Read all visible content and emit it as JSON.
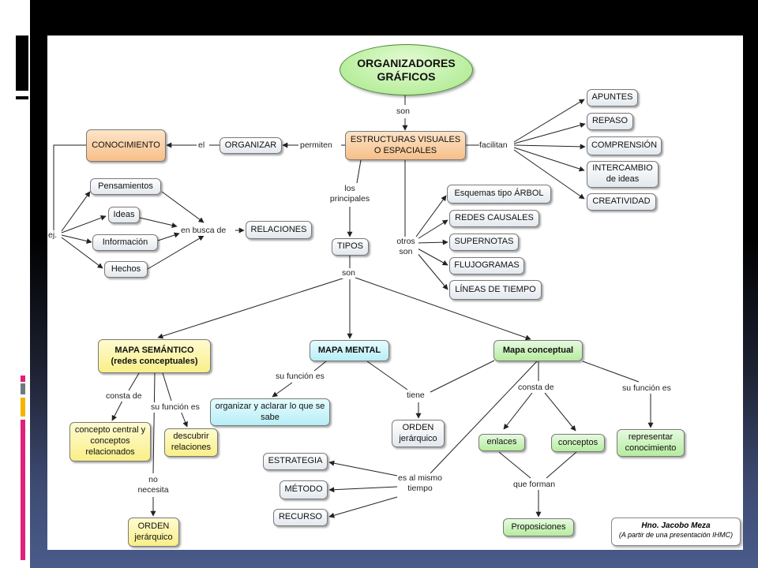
{
  "root": "ORGANIZADORES GRÁFICOS",
  "nodes": {
    "estructuras": "ESTRUCTURAS VISUALES O ESPACIALES",
    "organizar": "ORGANIZAR",
    "conocimiento": "CONOCIMIENTO",
    "pensamientos": "Pensamientos",
    "ideas": "Ideas",
    "informacion": "Información",
    "hechos": "Hechos",
    "relaciones": "RELACIONES",
    "apuntes": "APUNTES",
    "repaso": "REPASO",
    "comprension": "COMPRENSIÓN",
    "intercambio": "INTERCAMBIO de ideas",
    "creatividad": "CREATIVIDAD",
    "esquemas": "Esquemas tipo ÁRBOL",
    "redes_causales": "REDES CAUSALES",
    "supernotas": "SUPERNOTAS",
    "flujogramas": "FLUJOGRAMAS",
    "lineas_tiempo": "LÍNEAS DE TIEMPO",
    "tipos": "TIPOS",
    "mapa_semantico": "MAPA SEMÁNTICO (redes conceptuales)",
    "mapa_mental": "MAPA MENTAL",
    "mapa_conceptual": "Mapa conceptual",
    "concepto_central": "concepto central y conceptos relacionados",
    "descubrir": "descubrir relaciones",
    "orden_sem": "ORDEN jerárquico",
    "organizar_aclarar": "organizar y aclarar lo que se sabe",
    "orden_mental": "ORDEN jerárquico",
    "estrategia": "ESTRATEGIA",
    "metodo": "MÉTODO",
    "recurso": "RECURSO",
    "enlaces": "enlaces",
    "conceptos": "conceptos",
    "proposiciones": "Proposiciones",
    "representar": "representar conocimiento"
  },
  "links": {
    "son": "son",
    "permiten": "permiten",
    "el": "el",
    "facilitan": "facilitan",
    "ej": "ej.",
    "en_busca": "en busca de",
    "los_principales": "los principales",
    "otros_son": "otros son",
    "son2": "son",
    "consta_de": "consta de",
    "su_funcion_sem": "su función es",
    "no_necesita": "no necesita",
    "su_funcion_mental": "su función es",
    "tiene": "tiene",
    "consta_de2": "consta de",
    "su_funcion_conc": "su función es",
    "es_al_mismo": "es al mismo tiempo",
    "que_forman": "que forman"
  },
  "credit": {
    "author": "Hno. Jacobo Meza",
    "source": "(A partir de una presentación IHMC)"
  },
  "colors": {
    "accent_pink": "#e0207a",
    "accent_yellow": "#f4b400",
    "accent_grey": "#6f7a80",
    "slide_gradient_bottom": "#4a5b8a"
  }
}
